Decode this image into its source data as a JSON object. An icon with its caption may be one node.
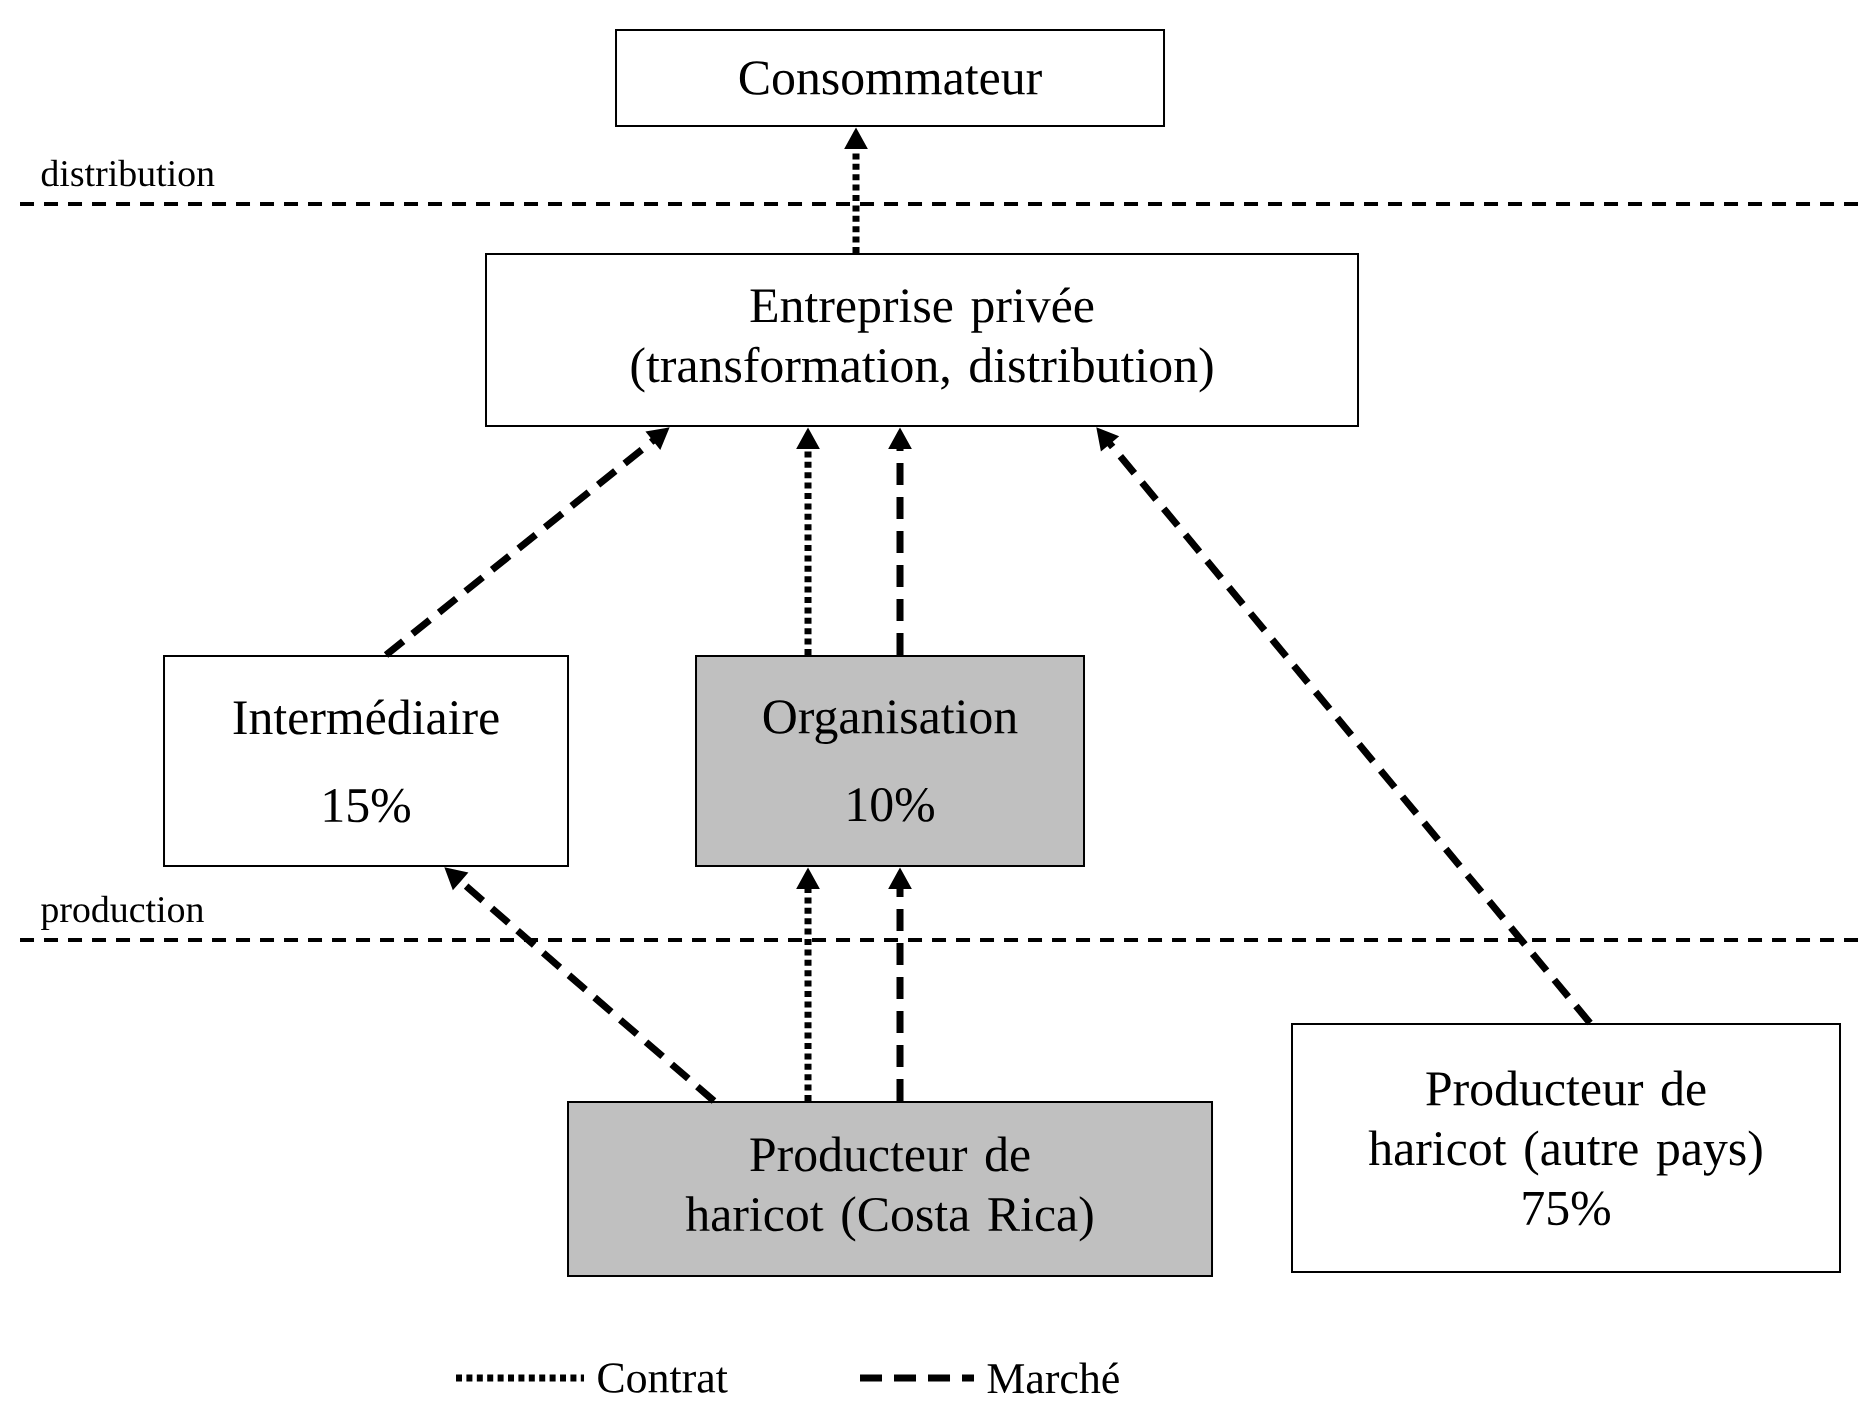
{
  "diagram": {
    "nodes": [
      {
        "text": [
          "Consommateur"
        ]
      },
      {
        "text": [
          "Entreprise privée (transformation, distribution)"
        ]
      },
      {
        "text": [
          "Intermédiaire",
          "15%"
        ]
      },
      {
        "text": [
          "Organisation",
          "10%"
        ]
      },
      {
        "text": [
          "Producteur de haricot (Costa Rica)"
        ]
      },
      {
        "text": [
          "Producteur de haricot (autre pays)",
          "75%"
        ]
      }
    ],
    "edges": [
      {
        "from": 1,
        "to": 0,
        "arrow": "to"
      },
      {
        "from": 2,
        "to": 1,
        "arrow": "to",
        "style": "dashed"
      },
      {
        "from": 3,
        "to": 1,
        "arrow": "to"
      },
      {
        "from": 3,
        "to": 1,
        "arrow": "to",
        "style": "dashed"
      },
      {
        "from": 5,
        "to": 1,
        "arrow": "to",
        "style": "dashed"
      },
      {
        "from": 4,
        "to": 2,
        "arrow": "to",
        "style": "dashed"
      },
      {
        "from": 4,
        "to": 3,
        "arrow": "to"
      },
      {
        "from": 4,
        "to": 3,
        "arrow": "to",
        "style": "dashed"
      }
    ],
    "labels": [
      "distribution",
      "production"
    ],
    "legend": [
      {
        "text": "Contrat"
      },
      {
        "text": "Marché"
      }
    ]
  }
}
